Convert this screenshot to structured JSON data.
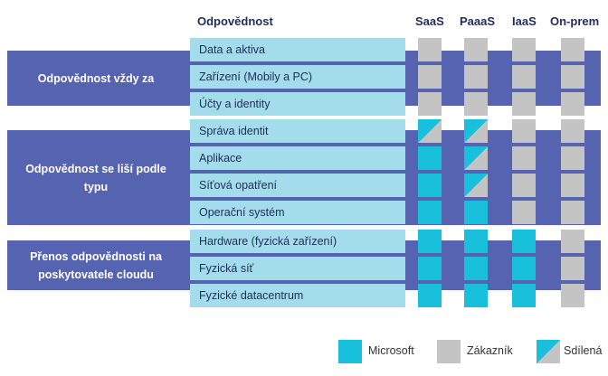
{
  "header": {
    "responsibility": "Odpovědnost",
    "columns": [
      "SaaS",
      "PaaaS",
      "IaaS",
      "On-prem"
    ]
  },
  "groups": [
    {
      "label": "Odpovědnost vždy za"
    },
    {
      "label": "Odpovědnost se liší podle typu"
    },
    {
      "label": "Přenos odpovědnosti na poskytovatele cloudu"
    }
  ],
  "rows": [
    {
      "label": "Data a aktiva",
      "cells": [
        "customer",
        "customer",
        "customer",
        "customer"
      ]
    },
    {
      "label": "Zařízení (Mobily a PC)",
      "cells": [
        "customer",
        "customer",
        "customer",
        "customer"
      ]
    },
    {
      "label": "Účty a identity",
      "cells": [
        "customer",
        "customer",
        "customer",
        "customer"
      ]
    },
    {
      "label": "Správa identit",
      "cells": [
        "shared",
        "shared",
        "customer",
        "customer"
      ]
    },
    {
      "label": "Aplikace",
      "cells": [
        "microsoft",
        "shared",
        "customer",
        "customer"
      ]
    },
    {
      "label": "Síťová opatření",
      "cells": [
        "microsoft",
        "shared",
        "customer",
        "customer"
      ]
    },
    {
      "label": "Operační systém",
      "cells": [
        "microsoft",
        "microsoft",
        "customer",
        "customer"
      ]
    },
    {
      "label": "Hardware (fyzická zařízení)",
      "cells": [
        "microsoft",
        "microsoft",
        "microsoft",
        "customer"
      ]
    },
    {
      "label": "Fyzická síť",
      "cells": [
        "microsoft",
        "microsoft",
        "microsoft",
        "customer"
      ]
    },
    {
      "label": "Fyzické datacentrum",
      "cells": [
        "microsoft",
        "microsoft",
        "microsoft",
        "customer"
      ]
    }
  ],
  "legend": {
    "microsoft": "Microsoft",
    "customer": "Zákazník",
    "shared": "Sdílená"
  },
  "colors": {
    "microsoft": "#19c0dc",
    "customer": "#c4c4c4",
    "band": "#5663b0",
    "row": "#a3dcea"
  }
}
